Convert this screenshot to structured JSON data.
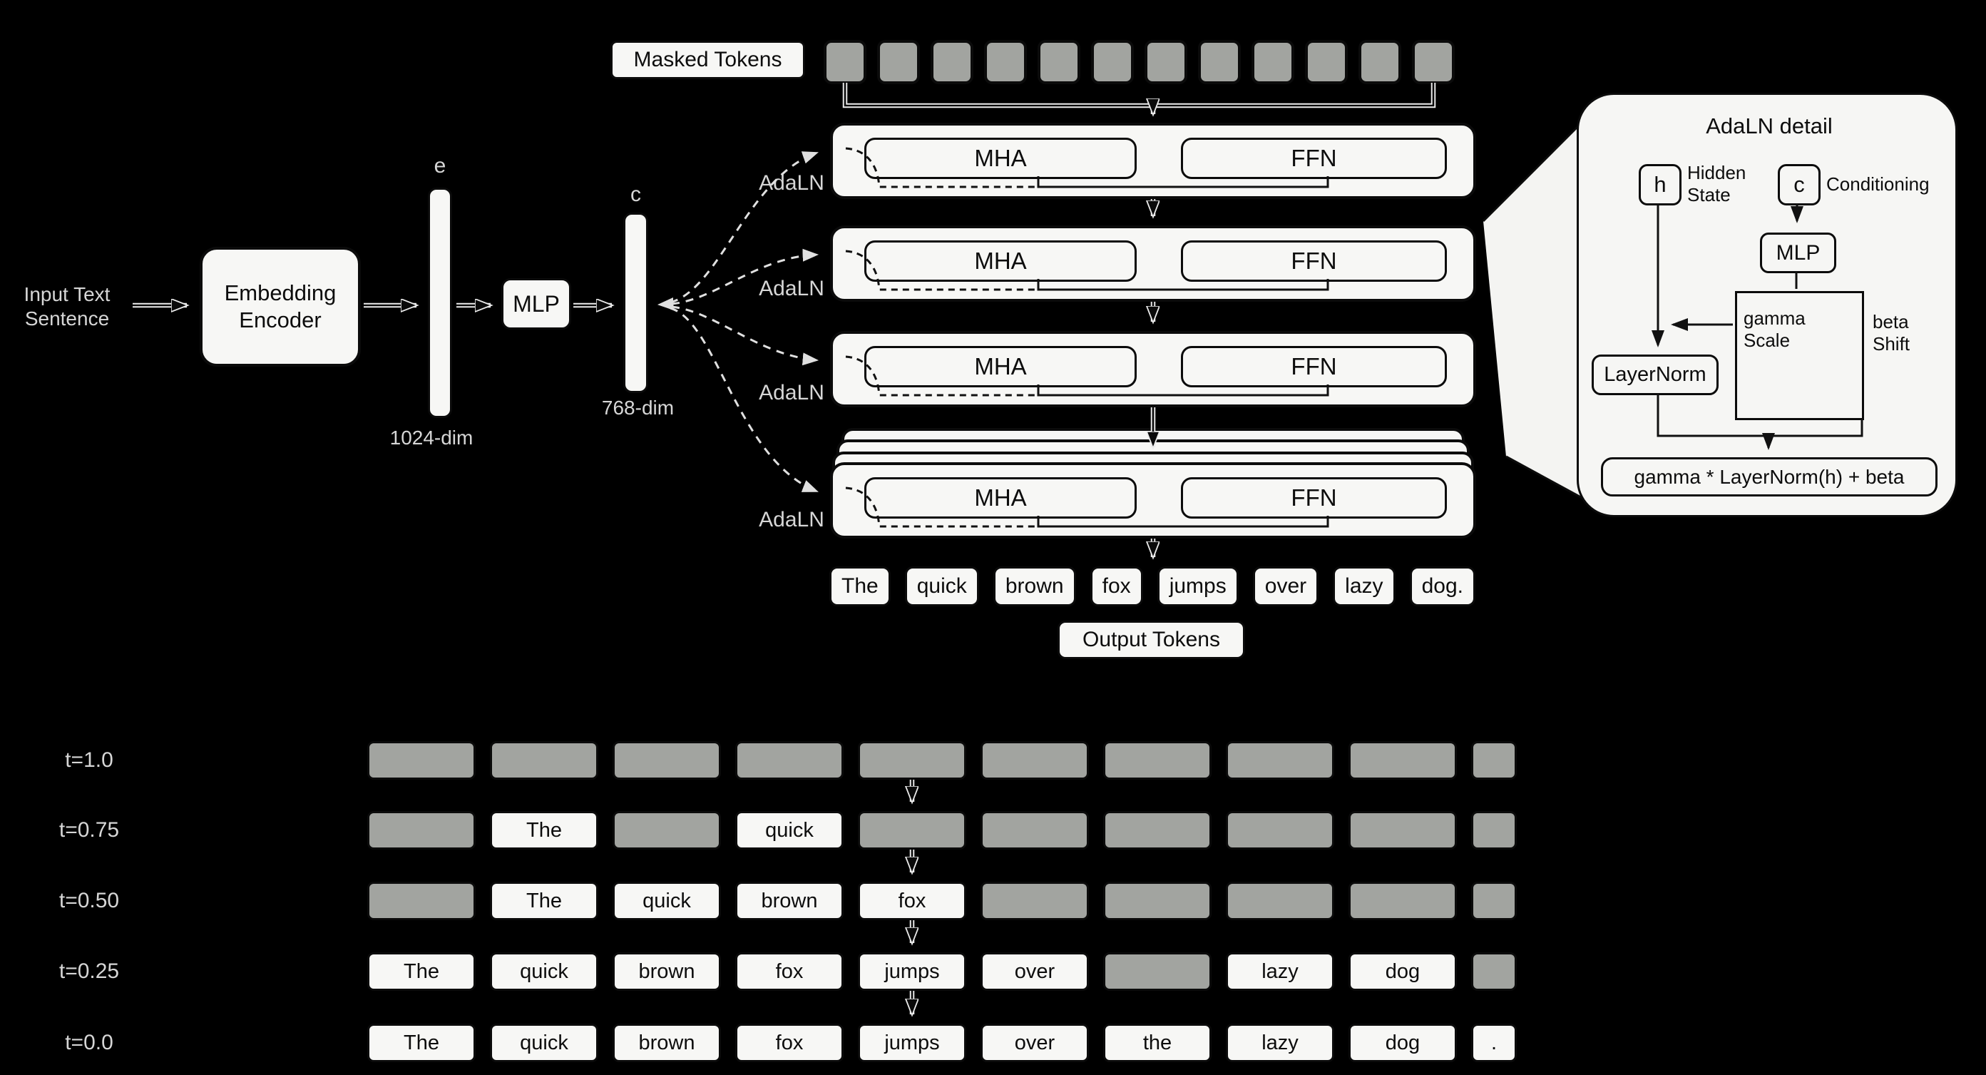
{
  "colors": {
    "background": "#000000",
    "box_fill": "#f7f7f5",
    "mask_fill": "#a2a4a0",
    "line_dark": "#0a0a0a",
    "line_light": "#e0e0e0"
  },
  "pipeline": {
    "input_line1": "Input Text",
    "input_line2": "Sentence",
    "encoder_line1": "Embedding",
    "encoder_line2": "Encoder",
    "e_label": "e",
    "e_dim": "1024-dim",
    "mlp_label": "MLP",
    "c_label": "c",
    "c_dim": "768-dim"
  },
  "transformer": {
    "masked_tokens_label": "Masked Tokens",
    "masked_token_count": 12,
    "adaln_label": "AdaLN",
    "mha_label": "MHA",
    "ffn_label": "FFN",
    "output_tokens": [
      "The",
      "quick",
      "brown",
      "fox",
      "jumps",
      "over",
      "lazy",
      "dog."
    ],
    "output_tokens_label": "Output Tokens"
  },
  "adaln_detail": {
    "title": "AdaLN detail",
    "h_label": "h",
    "h_caption_line1": "Hidden",
    "h_caption_line2": "State",
    "c_label": "c",
    "c_caption": "Conditioning",
    "mlp_label": "MLP",
    "gamma_line1": "gamma",
    "gamma_line2": "Scale",
    "beta_line1": "beta",
    "beta_line2": "Shift",
    "layernorm_label": "LayerNorm",
    "formula": "gamma * LayerNorm(h) + beta"
  },
  "timeline": {
    "rows": [
      {
        "label": "t=1.0",
        "cells": [
          null,
          null,
          null,
          null,
          null,
          null,
          null,
          null,
          null,
          null
        ]
      },
      {
        "label": "t=0.75",
        "cells": [
          null,
          "The",
          null,
          "quick",
          null,
          null,
          null,
          null,
          null,
          null
        ]
      },
      {
        "label": "t=0.50",
        "cells": [
          null,
          "The",
          "quick",
          "brown",
          "fox",
          null,
          null,
          null,
          null,
          null
        ]
      },
      {
        "label": "t=0.25",
        "cells": [
          "The",
          "quick",
          "brown",
          "fox",
          "jumps",
          "over",
          null,
          "lazy",
          "dog",
          null
        ]
      },
      {
        "label": "t=0.0",
        "cells": [
          "The",
          "quick",
          "brown",
          "fox",
          "jumps",
          "over",
          "the",
          "lazy",
          "dog",
          "."
        ]
      }
    ]
  }
}
